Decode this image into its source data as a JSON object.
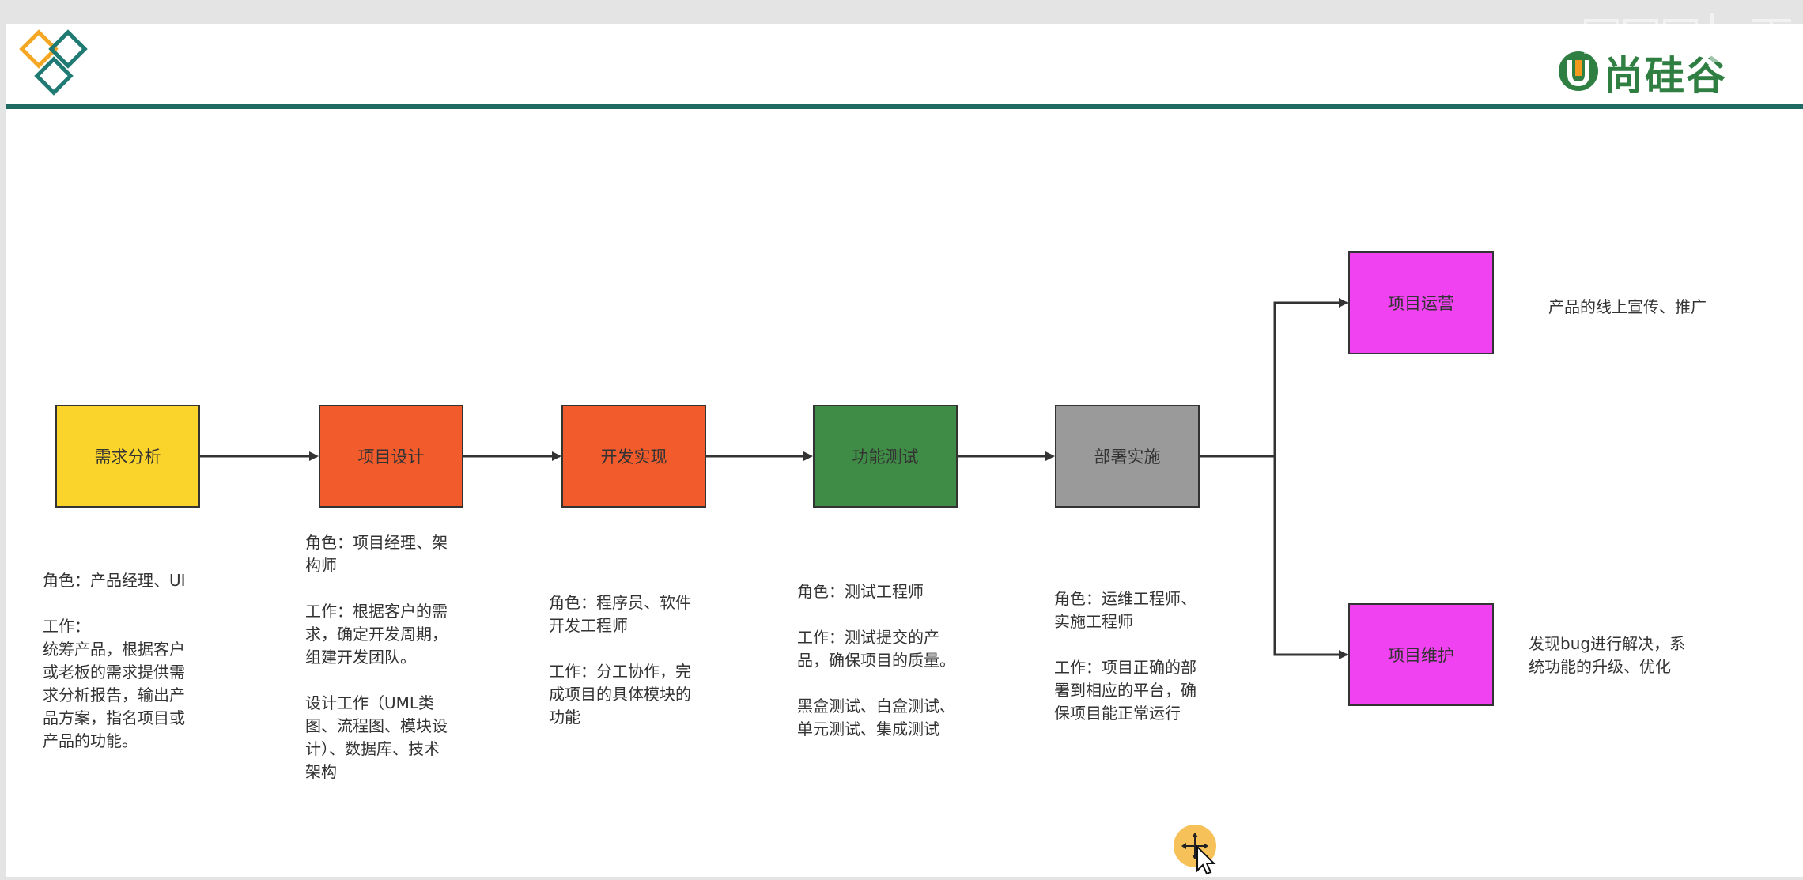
{
  "brand": {
    "name": "尚硅谷"
  },
  "diagram": {
    "nodes": [
      {
        "id": "xuqiu",
        "label": "需求分析",
        "color": "#fbd42b"
      },
      {
        "id": "sheji",
        "label": "项目设计",
        "color": "#f25c2c"
      },
      {
        "id": "kaifa",
        "label": "开发实现",
        "color": "#f25c2c"
      },
      {
        "id": "ceshi",
        "label": "功能测试",
        "color": "#3f8c46"
      },
      {
        "id": "bushu",
        "label": "部署实施",
        "color": "#9a9a9a"
      },
      {
        "id": "yunying",
        "label": "项目运营",
        "color": "#f142f1"
      },
      {
        "id": "weihu",
        "label": "项目维护",
        "color": "#f142f1"
      }
    ],
    "edges": [
      {
        "from": "xuqiu",
        "to": "sheji"
      },
      {
        "from": "sheji",
        "to": "kaifa"
      },
      {
        "from": "kaifa",
        "to": "ceshi"
      },
      {
        "from": "ceshi",
        "to": "bushu"
      },
      {
        "from": "bushu",
        "to": "yunying"
      },
      {
        "from": "bushu",
        "to": "weihu"
      }
    ],
    "descriptions": {
      "xuqiu": "角色：产品经理、UI\n\n工作：\n统筹产品，根据客户\n或老板的需求提供需\n求分析报告，输出产\n品方案，指名项目或\n产品的功能。",
      "sheji": "角色：项目经理、架\n构师\n\n工作：根据客户的需\n求，确定开发周期，\n组建开发团队。\n\n设计工作（UML类\n图、流程图、模块设\n计）、数据库、技术\n架构",
      "kaifa": "角色：程序员、软件\n开发工程师\n\n工作：分工协作，完\n成项目的具体模块的\n功能",
      "ceshi": "角色：测试工程师\n\n工作：测试提交的产\n品，确保项目的质量。\n\n黑盒测试、白盒测试、\n单元测试、集成测试",
      "bushu": "角色：运维工程师、\n实施工程师\n\n工作：项目正确的部\n署到相应的平台，确\n保项目能正常运行",
      "yunying": "产品的线上宣传、推广",
      "weihu": "发现bug进行解决，系\n统功能的升级、优化"
    }
  },
  "colors": {
    "header_line": "#1f6b63",
    "corner_orange": "#f5a623",
    "corner_teal": "#1f7a73",
    "brand_green": "#2f7e42",
    "brand_orange": "#f39a1e",
    "cursor_highlight": "#f5b63c"
  }
}
